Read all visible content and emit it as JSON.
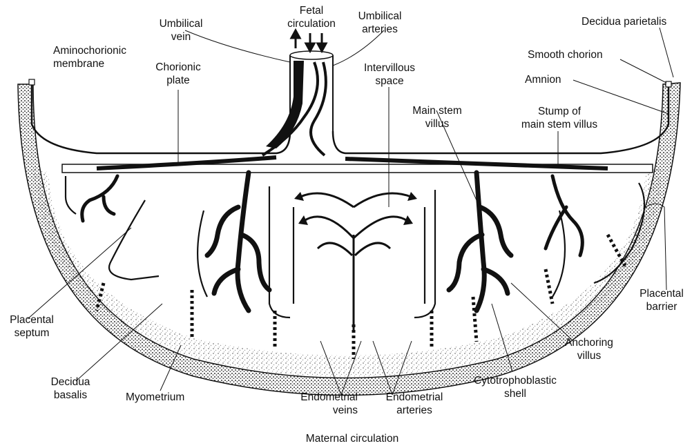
{
  "labels": {
    "fetal_circulation": [
      "Fetal",
      "circulation"
    ],
    "umbilical_vein": [
      "Umbilical",
      "vein"
    ],
    "umbilical_arteries": [
      "Umbilical",
      "arteries"
    ],
    "decidua_parietalis": "Decidua parietalis",
    "aminochorionic_membrane": [
      "Aminochorionic",
      "membrane"
    ],
    "smooth_chorion": "Smooth chorion",
    "chorionic_plate": [
      "Chorionic",
      "plate"
    ],
    "intervillous_space": [
      "Intervillous",
      "space"
    ],
    "amnion": "Amnion",
    "main_stem_villus": [
      "Main stem",
      "villus"
    ],
    "stump_main_stem_villus": [
      "Stump of",
      "main stem villus"
    ],
    "placental_barrier": [
      "Placental",
      "barrier"
    ],
    "placental_septum": [
      "Placental",
      "septum"
    ],
    "anchoring_villus": [
      "Anchoring",
      "villus"
    ],
    "decidua_basalis": [
      "Decidua",
      "basalis"
    ],
    "cytotrophoblastic_shell": [
      "Cytotrophoblastic",
      "shell"
    ],
    "myometrium": "Myometrium",
    "endometrial_veins": [
      "Endometrial",
      "veins"
    ],
    "endometrial_arteries": [
      "Endometrial",
      "arteries"
    ],
    "maternal_circulation": "Maternal circulation"
  },
  "colors": {
    "ink": "#111111",
    "background": "#ffffff",
    "stipple": "#555555"
  }
}
